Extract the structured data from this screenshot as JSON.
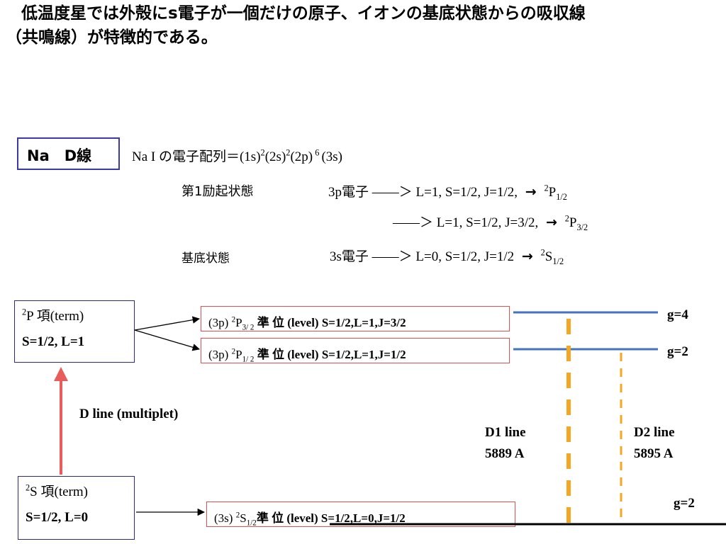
{
  "title": {
    "line1": "低温度星では外殻にs電子が一個だけの原子、イオンの基底状態からの吸収線",
    "line2": "（共鳴線）が特徴的である。"
  },
  "na_label": "Na　D線",
  "config": {
    "prefix": "Na I の電子配列＝",
    "t1": "(1s)",
    "s1": "2",
    "t2": "(2s)",
    "s2": "2",
    "t3": "(2p)",
    "s3": " 6 ",
    "t4": "(3s)"
  },
  "excited": {
    "label": "第1励起状態",
    "row1_text": "3p電子 ――＞ L=1, S=1/2, J=1/2,",
    "row1_arrow": "→",
    "row1_sup": "2",
    "row1_term": "P",
    "row1_sub": "1/2",
    "row2_text": "――＞ L=1, S=1/2, J=3/2,",
    "row2_arrow": "→",
    "row2_sup": "2",
    "row2_term": "P",
    "row2_sub": "3/2"
  },
  "ground": {
    "label": "基底状態",
    "row_text": "3s電子 ――＞ L=0, S=1/2, J=1/2",
    "row_arrow": "→",
    "row_sup": "2",
    "row_term": "S",
    "row_sub": "1/2"
  },
  "p_term": {
    "sup": "2",
    "label": "P 項(term)",
    "line2": "S=1/2, L=1"
  },
  "s_term": {
    "sup": "2",
    "label": "S 項(term)",
    "line2": "S=1/2, L=0"
  },
  "levels": {
    "p32": {
      "pre": "(3p) ",
      "sup": "2",
      "term": "P",
      "sub": "3/ 2",
      "post": "  準 位 (level)   S=1/2,L=1,J=3/2"
    },
    "p12": {
      "pre": "(3p) ",
      "sup": "2",
      "term": "P",
      "sub": "1/ 2",
      "post": "  準 位 (level)   S=1/2,L=1,J=1/2"
    },
    "s12": {
      "pre": "(3s) ",
      "sup": "2",
      "term": "S",
      "sub": "1/2",
      "post": "準 位 (level)   S=1/2,L=0,J=1/2"
    }
  },
  "g": {
    "top": "g=4",
    "mid": "g=2",
    "bottom": "g=2"
  },
  "d_line": "D line (multiplet)",
  "d1": {
    "name": "D1 line",
    "wavelength": "5889 A"
  },
  "d2": {
    "name": "D2 line",
    "wavelength": "5895 A"
  },
  "colors": {
    "level_line": "#4472c4",
    "transition": "#f5a623",
    "up_arrow": "#e85c5c",
    "box_border": "#e05050",
    "navy": "#2a2a80"
  }
}
